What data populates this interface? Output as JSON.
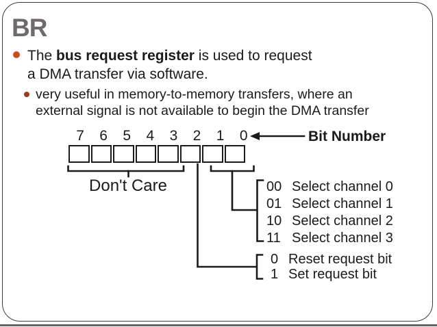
{
  "slide": {
    "title": "BR",
    "bullet_main": {
      "pre": "The ",
      "bold": "bus request register",
      "rest": " is used to request",
      "line2": "a DMA transfer via software."
    },
    "bullet_sub": {
      "line1": "very useful in memory-to-memory transfers, where an",
      "line2": "external signal is not available to begin the DMA transfer"
    }
  },
  "diagram": {
    "bit_numbers": [
      "7",
      "6",
      "5",
      "4",
      "3",
      "2",
      "1",
      "0"
    ],
    "bit_number_label": "Bit Number",
    "dont_care_label": "Don't Care",
    "channel_options": [
      {
        "code": "00",
        "label": "Select channel 0"
      },
      {
        "code": "01",
        "label": "Select channel 1"
      },
      {
        "code": "10",
        "label": "Select channel 2"
      },
      {
        "code": "11",
        "label": "Select channel 3"
      }
    ],
    "request_options": [
      {
        "code": "0",
        "label": "Reset request bit"
      },
      {
        "code": "1",
        "label": "Set request bit"
      }
    ]
  },
  "colors": {
    "title": "#6f6b6b",
    "bullet_main_dot": "#c84e1f",
    "bullet_sub_dot": "#9c3a21",
    "ink": "#1a1a1a",
    "border": "#3b3b3b"
  }
}
